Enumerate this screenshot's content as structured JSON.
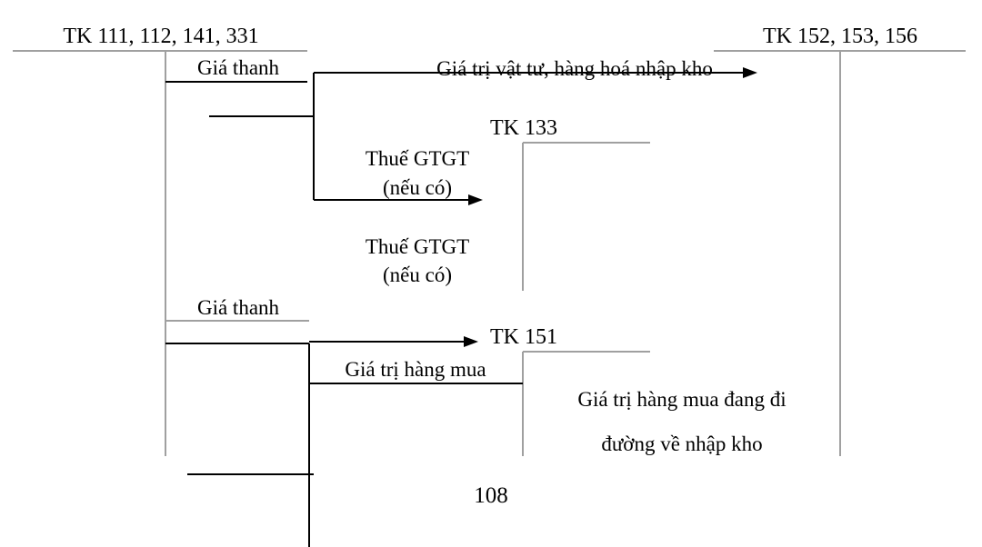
{
  "accounts": {
    "cash_payables": "TK 111, 112, 141, 331",
    "inventory": "TK 152, 153, 156",
    "vat_deductible": "TK 133",
    "goods_in_transit": "TK 151"
  },
  "labels": {
    "payment_value_1": "Giá thanh",
    "materials_received": "Giá trị vật tư, hàng hoá nhập kho",
    "vat_1_line1": "Thuế GTGT",
    "vat_1_line2": "(nếu có)",
    "vat_2_line1": "Thuế GTGT",
    "vat_2_line2": "(nếu có)",
    "payment_value_2": "Giá thanh",
    "purchase_value": "Giá trị hàng mua",
    "in_transit_line1": "Giá trị hàng mua đang đi",
    "in_transit_line2": "đường về nhập kho"
  },
  "page_number": "108"
}
